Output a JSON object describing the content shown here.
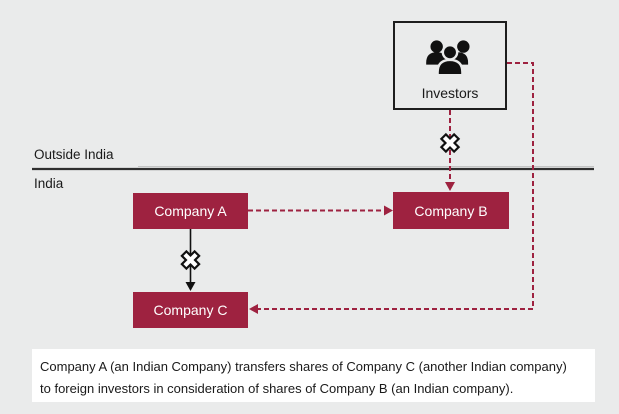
{
  "regions": {
    "outside_india_label": "Outside India",
    "india_label": "India"
  },
  "nodes": {
    "investors": {
      "label": "Investors",
      "icon": "people-group-icon"
    },
    "company_a": {
      "label": "Company A"
    },
    "company_b": {
      "label": "Company B"
    },
    "company_c": {
      "label": "Company C"
    }
  },
  "connectors": {
    "investors_to_company_b": "dashed, blocked with X",
    "company_a_to_company_b": "dashed arrow",
    "company_a_to_company_c": "solid black arrow, blocked with X",
    "investors_to_company_c": "dashed arrow via right side"
  },
  "caption": {
    "line1": "Company A (an Indian Company) transfers shares of Company C (another Indian company)",
    "line2": "to foreign investors in consideration of shares of Company B (an Indian company)."
  },
  "colors": {
    "background": "#eaebeb",
    "maroon": "#9e2240",
    "box_text": "#ffffff",
    "boundary_line": "#2f2f2f",
    "caption_background": "#ffffff"
  }
}
